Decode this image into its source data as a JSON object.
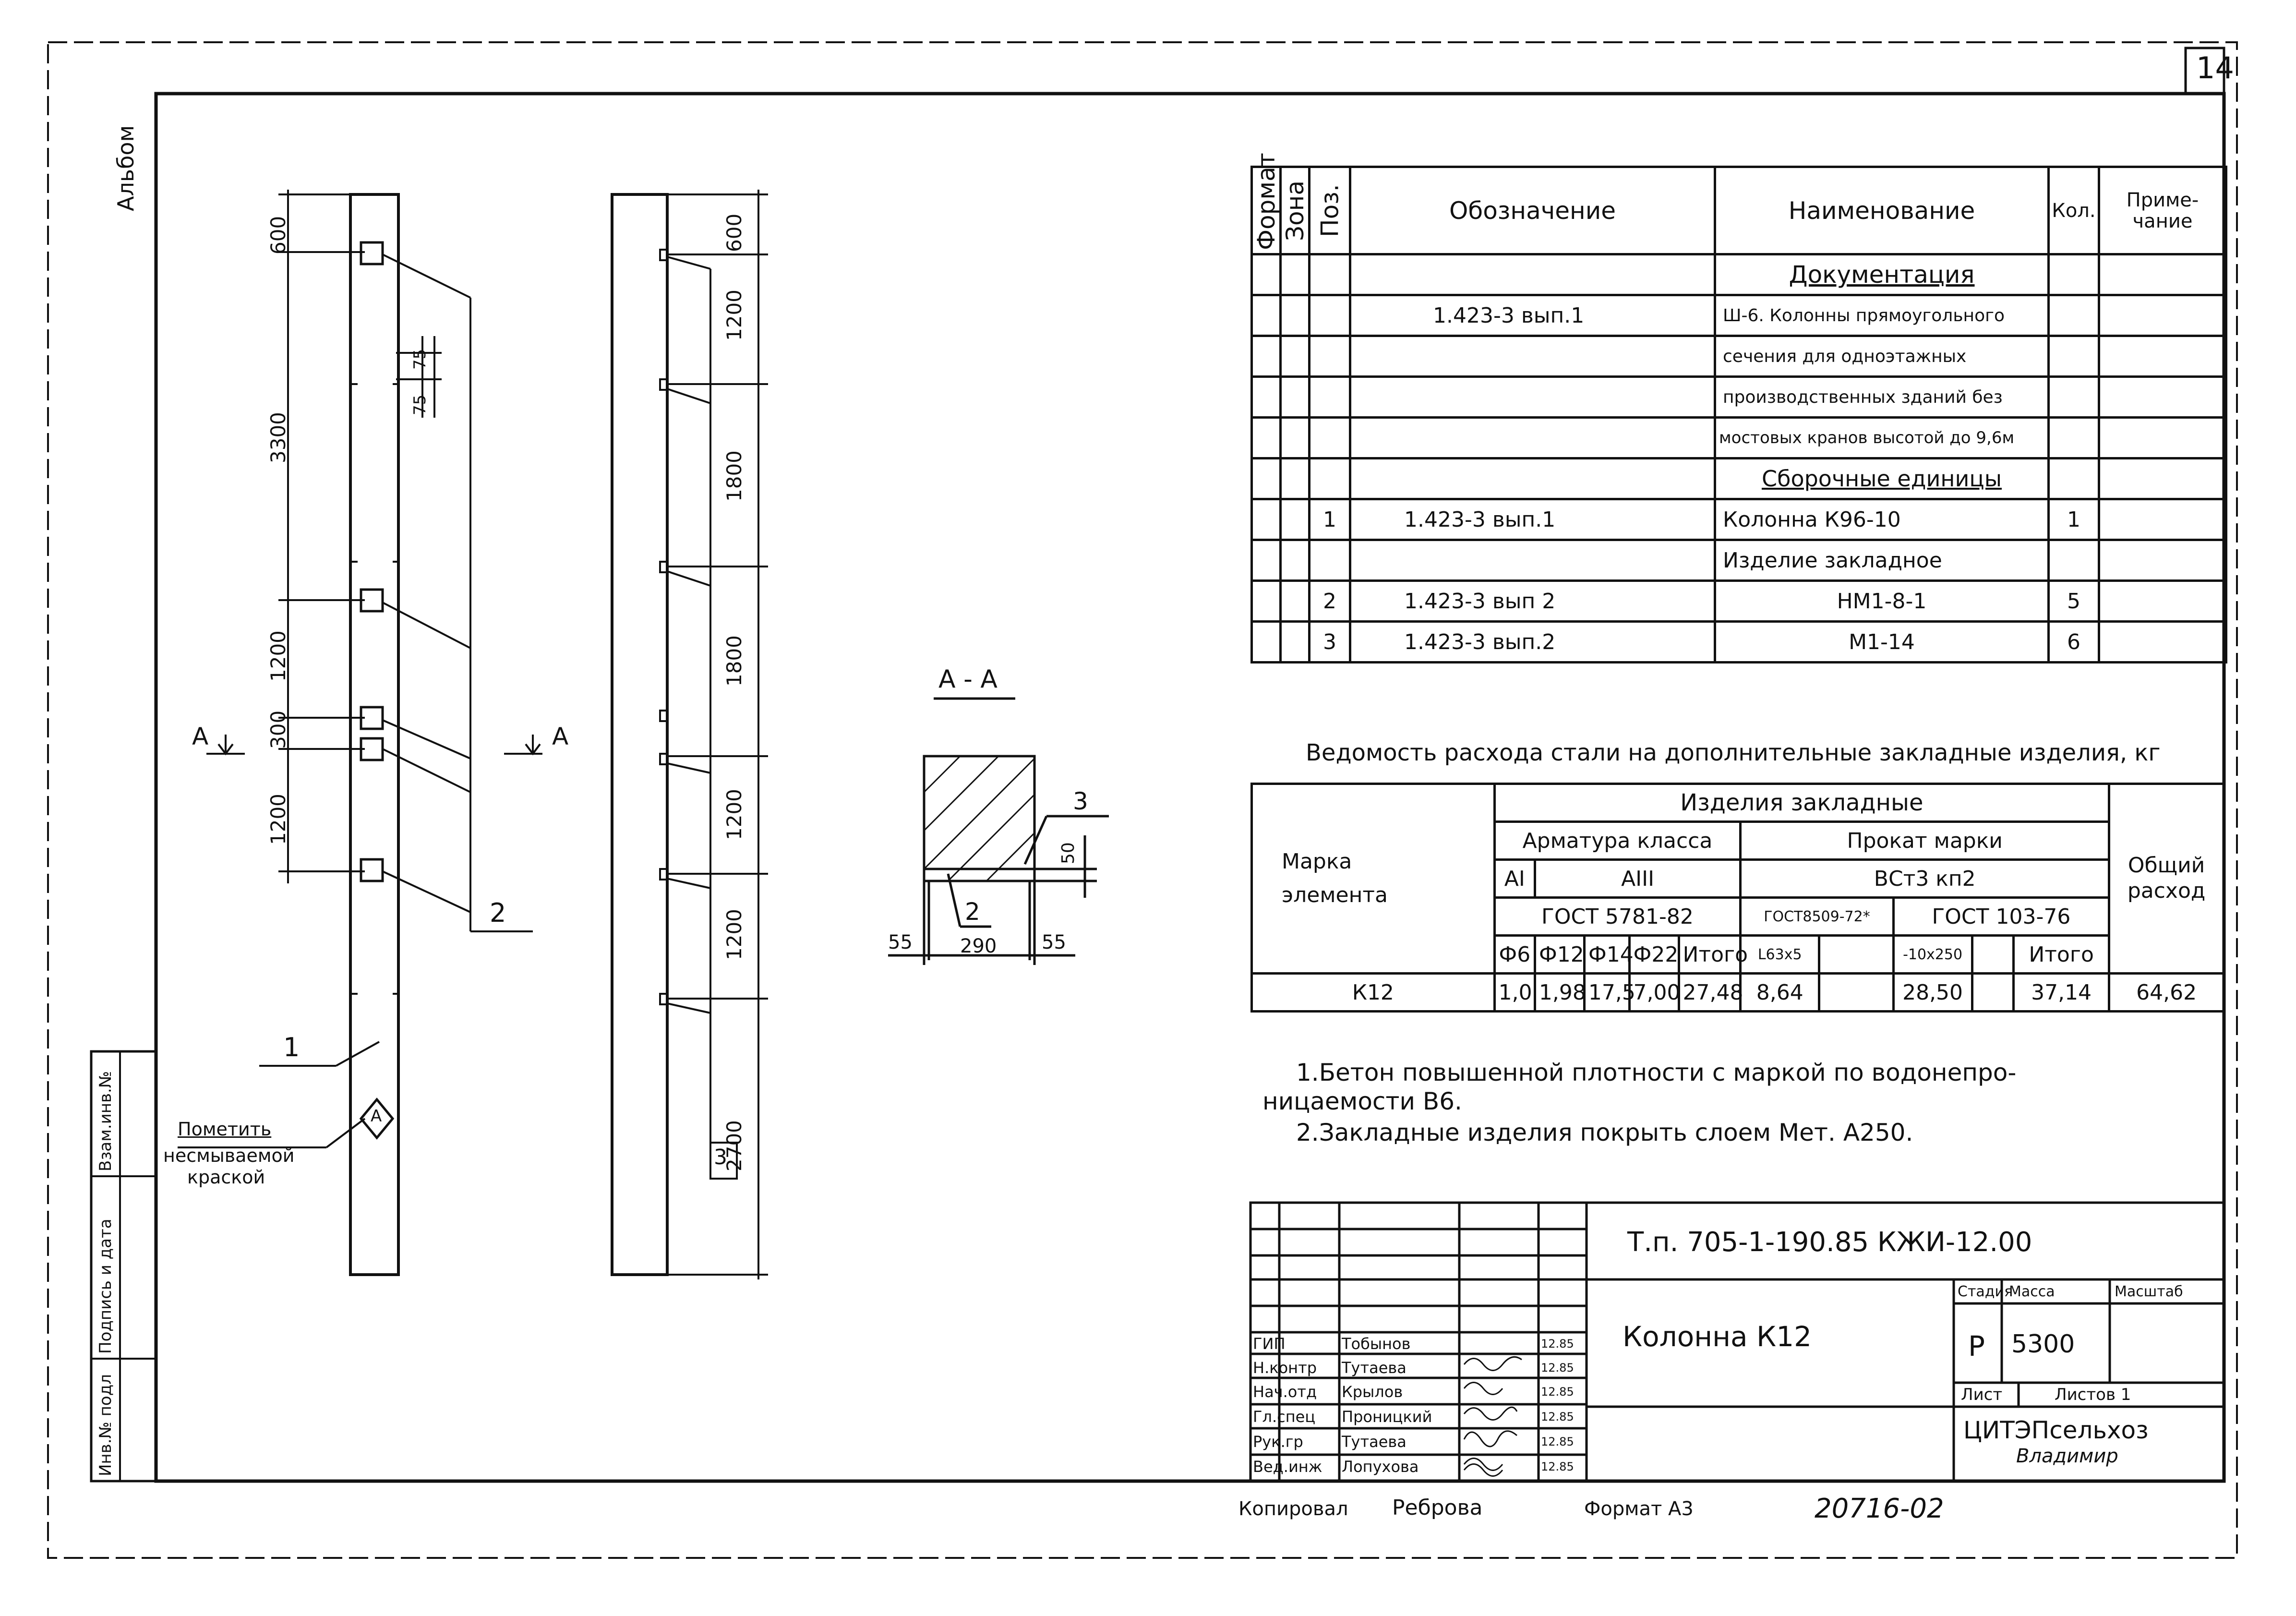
{
  "sheet_number": "14",
  "album_label": "Альбом",
  "left_stamp": {
    "inv_podl": "Инв.№ подл",
    "signature_date": "Подпись и дата",
    "vzam_inv": "Взам.инв.№"
  },
  "dims_column1": [
    "600",
    "3300",
    "75",
    "75",
    "1200",
    "300",
    "1200"
  ],
  "dims_column2": [
    "600",
    "1200",
    "1800",
    "1800",
    "1200",
    "1200",
    "2700"
  ],
  "section_marks": {
    "left": "А",
    "right": "А"
  },
  "callouts": {
    "pos1": "1",
    "pos2": "2",
    "pos3": "3",
    "pos3_section": "3",
    "pos2_section": "2",
    "marker": "А"
  },
  "mark_note": [
    "Пометить",
    "несмываемой",
    "краской"
  ],
  "section": {
    "title": "А - А",
    "dims": [
      "55",
      "290",
      "55",
      "50"
    ]
  },
  "spec": {
    "headers": {
      "format": "Формат",
      "zone": "Зона",
      "pos": "Поз.",
      "designation": "Обозначение",
      "name": "Наименование",
      "qty": "Кол.",
      "note": "Приме-\nчание"
    },
    "rows": [
      {
        "pos": "",
        "designation": "",
        "name": "Документация",
        "qty": "",
        "section": true
      },
      {
        "pos": "",
        "designation": "1.423-3 вып.1",
        "name": "Ш-6. Колонны прямоугольного",
        "qty": ""
      },
      {
        "pos": "",
        "designation": "",
        "name": "сечения для одноэтажных",
        "qty": ""
      },
      {
        "pos": "",
        "designation": "",
        "name": "производственных зданий без",
        "qty": ""
      },
      {
        "pos": "",
        "designation": "",
        "name": "мостовых кранов высотой до 9,6м",
        "qty": ""
      },
      {
        "pos": "",
        "designation": "",
        "name": "Сборочные единицы",
        "qty": "",
        "section": true
      },
      {
        "pos": "1",
        "designation": "1.423-3 вып.1",
        "name": "Колонна К96-10",
        "qty": "1"
      },
      {
        "pos": "",
        "designation": "",
        "name": "Изделие закладное",
        "qty": ""
      },
      {
        "pos": "2",
        "designation": "1.423-3 вып 2",
        "name": "НМ1-8-1",
        "qty": "5"
      },
      {
        "pos": "3",
        "designation": "1.423-3 вып.2",
        "name": "М1-14",
        "qty": "6"
      }
    ]
  },
  "steel": {
    "title": "Ведомость расхода стали на дополнительные закладные изделия, кг",
    "h_mark": "Марка\nэлемента",
    "h_group": "Изделия закладные",
    "h_arm": "Арматура класса",
    "h_prokat": "Прокат марки",
    "h_total": "Общий\nрасход",
    "h_ai": "АI",
    "h_aiii": "АIII",
    "h_vst": "ВСт3 кп2",
    "h_gost1": "ГОСТ 5781-82",
    "h_gost2": "ГОСТ8509-72*",
    "h_gost3": "ГОСТ 103-76",
    "cols": [
      "Ф6",
      "Ф12",
      "Ф14",
      "Ф22",
      "Итого",
      "L63x5",
      "",
      "-10x250",
      "",
      "Итого"
    ],
    "row": {
      "mark": "К12",
      "values": [
        "1,0",
        "1,98",
        "17,5",
        "7,00",
        "27,48",
        "8,64",
        "",
        "28,50",
        "",
        "37,14"
      ],
      "total": "64,62"
    }
  },
  "notes": [
    "1.Бетон повышенной плотности с маркой по водонепро-",
    "ницаемости В6.",
    "2.Закладные изделия покрыть слоем Мет. А250."
  ],
  "title_block": {
    "code": "Т.п. 705-1-190.85 КЖИ-12.00",
    "name": "Колонна К12",
    "stage_label": "Стадия",
    "mass_label": "Масса",
    "scale_label": "Масштаб",
    "stage": "Р",
    "mass": "5300",
    "sheet_label": "Лист",
    "sheets_label": "Листов 1",
    "org": "ЦИТЭПсельхоз",
    "city": "Владимир",
    "people": [
      {
        "role": "ГИП",
        "name": "Тобынов",
        "date": "12.85"
      },
      {
        "role": "Н.контр",
        "name": "Тутаева",
        "date": "12.85"
      },
      {
        "role": "Нач.отд",
        "name": "Крылов",
        "date": "12.85"
      },
      {
        "role": "Гл.спец",
        "name": "Проницкий",
        "date": "12.85"
      },
      {
        "role": "Рук.гр",
        "name": "Тутаева",
        "date": "12.85"
      },
      {
        "role": "Вед.инж",
        "name": "Лопухова",
        "date": "12.85"
      }
    ]
  },
  "footer": {
    "copied_label": "Копировал",
    "copied_by": "Реброва",
    "format": "Формат А3",
    "doc_no": "20716-02"
  }
}
